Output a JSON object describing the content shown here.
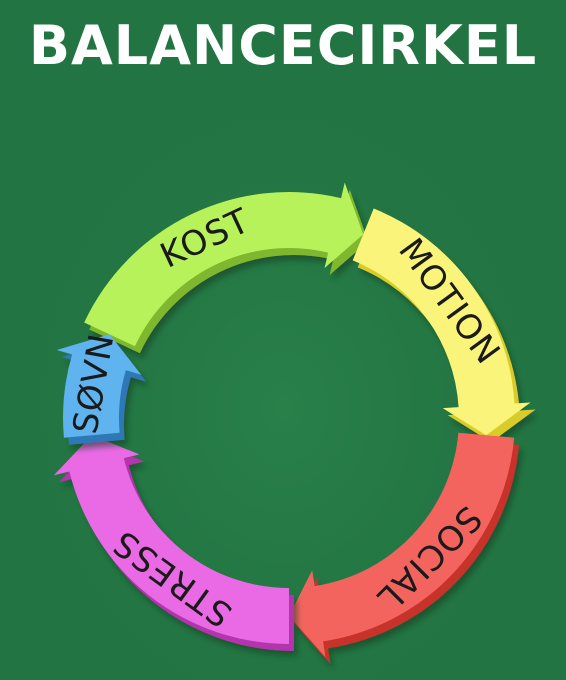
{
  "title": "BALANCECIRKEL",
  "segments": [
    {
      "label": "KOST",
      "color": "#b7f25a",
      "shade": "#7fb82e"
    },
    {
      "label": "MOTION",
      "color": "#fbf47a",
      "shade": "#d9cc2a"
    },
    {
      "label": "SOCIAL",
      "color": "#f3645e",
      "shade": "#c7302c"
    },
    {
      "label": "STRESS",
      "color": "#ea6ae5",
      "shade": "#b234ae"
    },
    {
      "label": "SØVN",
      "color": "#5fb3ee",
      "shade": "#2e78b8"
    }
  ]
}
